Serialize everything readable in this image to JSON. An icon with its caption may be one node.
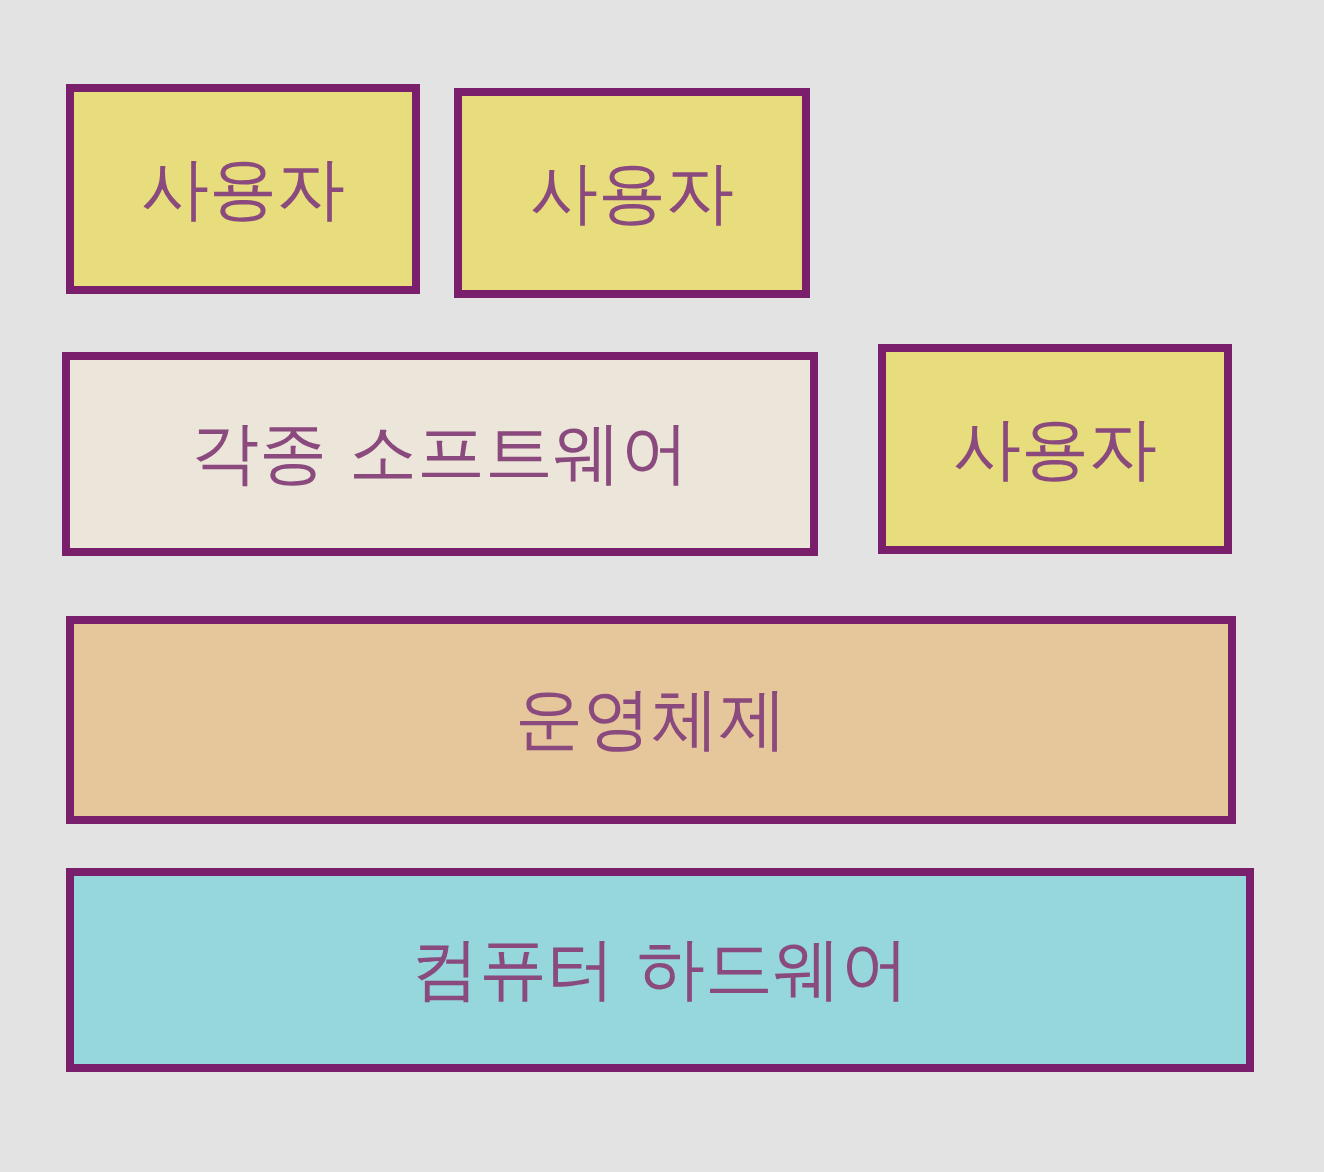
{
  "diagram": {
    "nodes": [
      {
        "text": [
          "사용자"
        ]
      },
      {
        "text": [
          "사용자"
        ]
      },
      {
        "text": [
          "각종 소프트웨어"
        ]
      },
      {
        "text": [
          "사용자"
        ]
      },
      {
        "text": [
          "운영체제"
        ]
      },
      {
        "text": [
          "컴퓨터 하드웨어"
        ]
      }
    ]
  }
}
